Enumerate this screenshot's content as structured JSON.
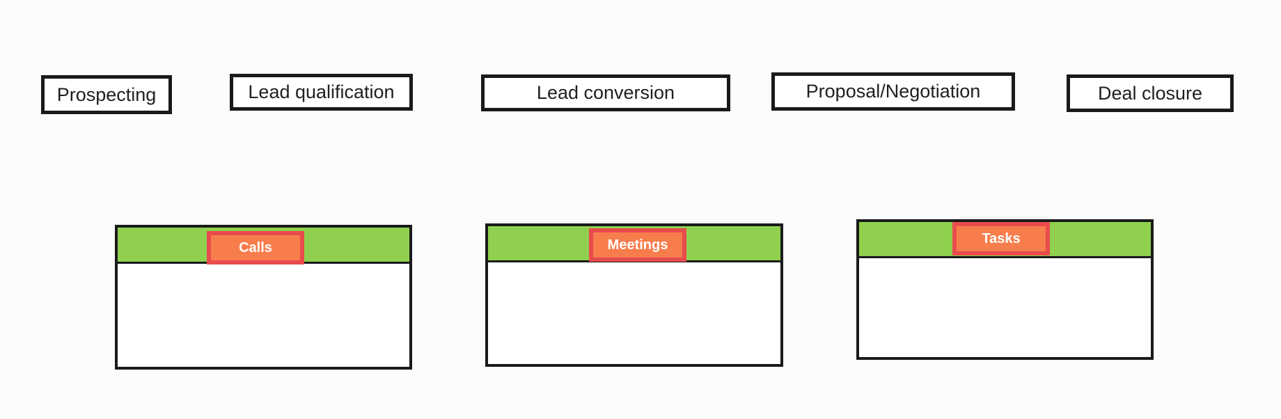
{
  "pipeline_stages": [
    {
      "label": "Prospecting"
    },
    {
      "label": "Lead qualification"
    },
    {
      "label": "Lead conversion"
    },
    {
      "label": "Proposal/Negotiation"
    },
    {
      "label": "Deal closure"
    }
  ],
  "activity_cards": [
    {
      "title": "Calls"
    },
    {
      "title": "Meetings"
    },
    {
      "title": "Tasks"
    }
  ],
  "colors": {
    "canvas_bg": "#FCFCFA",
    "stage_border": "#1A1A1A",
    "stage_text": "#1F1F1F",
    "card_border": "#1A1A1A",
    "card_header_green": "#8FD14F",
    "tab_fill_orange": "#F87D4D",
    "tab_border_red": "#E94B4D",
    "tab_text": "#FFFFFF"
  }
}
